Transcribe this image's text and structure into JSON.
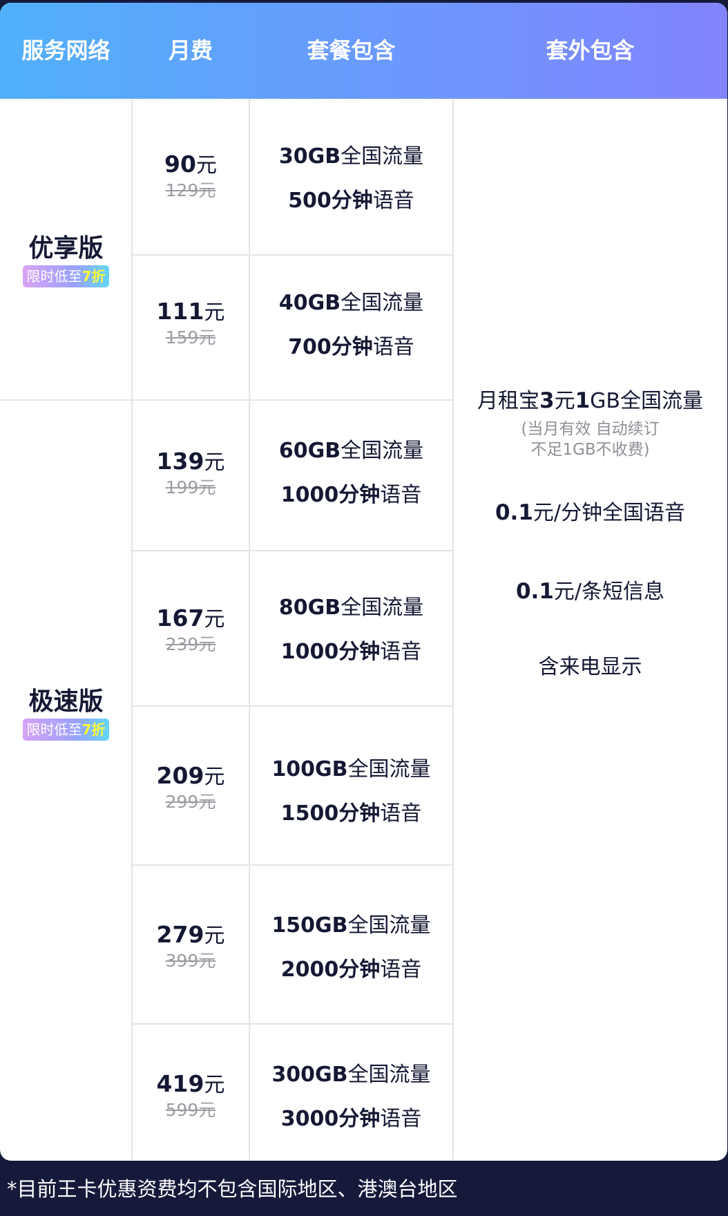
{
  "header": {
    "col1": "服务网络",
    "col2": "月费",
    "col3": "套餐包含",
    "col4": "套外包含"
  },
  "groups": [
    {
      "name": "优享版",
      "badge_prefix": "限时低至",
      "badge_highlight": "7折"
    },
    {
      "name": "极速版",
      "badge_prefix": "限时低至",
      "badge_highlight": "7折"
    }
  ],
  "plans": [
    {
      "price": "90",
      "unit": "元",
      "original": "129元",
      "data_amount": "30GB",
      "data_label": "全国流量",
      "voice_amount": "500分钟",
      "voice_label": "语音"
    },
    {
      "price": "111",
      "unit": "元",
      "original": "159元",
      "data_amount": "40GB",
      "data_label": "全国流量",
      "voice_amount": "700分钟",
      "voice_label": "语音"
    },
    {
      "price": "139",
      "unit": "元",
      "original": "199元",
      "data_amount": "60GB",
      "data_label": "全国流量",
      "voice_amount": "1000分钟",
      "voice_label": "语音"
    },
    {
      "price": "167",
      "unit": "元",
      "original": "239元",
      "data_amount": "80GB",
      "data_label": "全国流量",
      "voice_amount": "1000分钟",
      "voice_label": "语音"
    },
    {
      "price": "209",
      "unit": "元",
      "original": "299元",
      "data_amount": "100GB",
      "data_label": "全国流量",
      "voice_amount": "1500分钟",
      "voice_label": "语音"
    },
    {
      "price": "279",
      "unit": "元",
      "original": "399元",
      "data_amount": "150GB",
      "data_label": "全国流量",
      "voice_amount": "2000分钟",
      "voice_label": "语音"
    },
    {
      "price": "419",
      "unit": "元",
      "original": "599元",
      "data_amount": "300GB",
      "data_label": "全国流量",
      "voice_amount": "3000分钟",
      "voice_label": "语音"
    }
  ],
  "extras": {
    "monthly_prefix": "月租宝",
    "monthly_num1": "3",
    "monthly_mid": "元",
    "monthly_num2": "1",
    "monthly_suffix": "GB全国流量",
    "note_line1": "(当月有效  自动续订",
    "note_line2": "不足1GB不收费)",
    "voice_num": "0.1",
    "voice_text": "元/分钟全国语音",
    "sms_num": "0.1",
    "sms_text": "元/条短信息",
    "caller_id": "含来电显示"
  },
  "footer": "*目前王卡优惠资费均不包含国际地区、港澳台地区"
}
